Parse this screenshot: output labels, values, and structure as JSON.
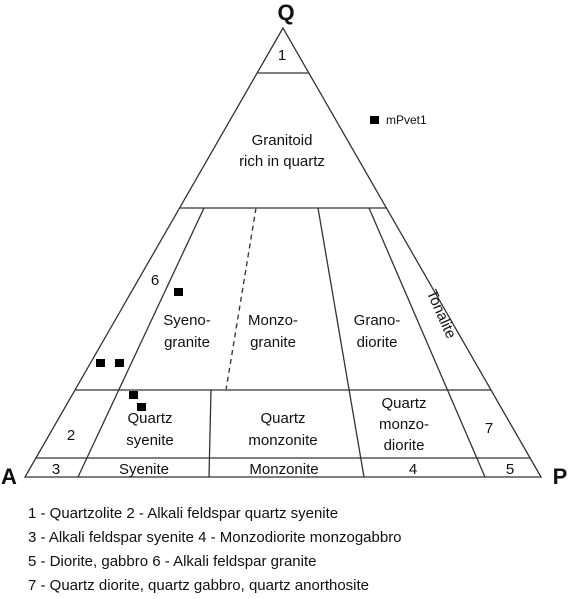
{
  "vertices": {
    "top": "Q",
    "left": "A",
    "right": "P"
  },
  "regions": {
    "r1": "1",
    "granitoid_l1": "Granitoid",
    "granitoid_l2": "rich in quartz",
    "r6": "6",
    "syeno_l1": "Syeno-",
    "syeno_l2": "granite",
    "monzo_l1": "Monzo-",
    "monzo_l2": "granite",
    "grano_l1": "Grano-",
    "grano_l2": "diorite",
    "tonalite": "Tonalite",
    "r2": "2",
    "qsy_l1": "Quartz",
    "qsy_l2": "syenite",
    "qmz_l1": "Quartz",
    "qmz_l2": "monzonite",
    "qmd_l1": "Quartz",
    "qmd_l2": "monzo-",
    "qmd_l3": "diorite",
    "r7": "7",
    "r3": "3",
    "syenite": "Syenite",
    "monzonite": "Monzonite",
    "r4": "4",
    "r5": "5"
  },
  "sample": {
    "label": "mPvet1"
  },
  "legend": [
    "1 - Quartzolite 2 - Alkali feldspar quartz syenite",
    "3 - Alkali feldspar syenite 4 - Monzodiorite monzogabbro",
    "5 - Diorite, gabbro 6 - Alkali feldspar granite",
    "7 - Quartz diorite, quartz gabbro, quartz anorthosite"
  ]
}
